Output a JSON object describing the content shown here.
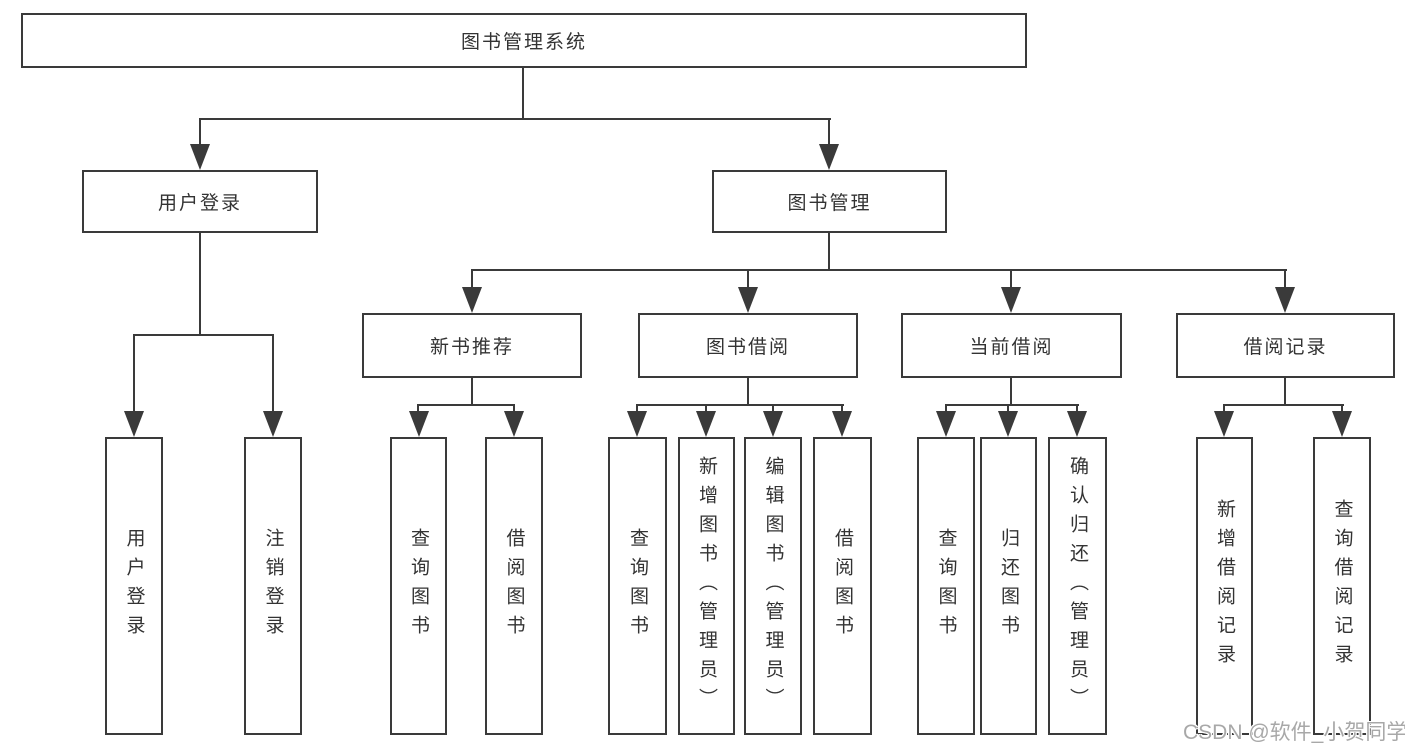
{
  "colors": {
    "line": "#3a3a3a",
    "text": "#333333",
    "watermark": "#a8a8a8",
    "background": "#ffffff"
  },
  "hierarchy": {
    "label": "图书管理系统",
    "children": [
      {
        "label": "用户登录",
        "children": [
          {
            "label": "用户登录"
          },
          {
            "label": "注销登录"
          }
        ]
      },
      {
        "label": "图书管理",
        "children": [
          {
            "label": "新书推荐",
            "children": [
              {
                "label": "查询图书"
              },
              {
                "label": "借阅图书"
              }
            ]
          },
          {
            "label": "图书借阅",
            "children": [
              {
                "label": "查询图书"
              },
              {
                "label": "新增图书（管理员）"
              },
              {
                "label": "编辑图书（管理员）"
              },
              {
                "label": "借阅图书"
              }
            ]
          },
          {
            "label": "当前借阅",
            "children": [
              {
                "label": "查询图书"
              },
              {
                "label": "归还图书"
              },
              {
                "label": "确认归还（管理员）"
              }
            ]
          },
          {
            "label": "借阅记录",
            "children": [
              {
                "label": "新增借阅记录"
              },
              {
                "label": "查询借阅记录"
              }
            ]
          }
        ]
      }
    ]
  },
  "watermark": "CSDN @软件_小贺同学"
}
